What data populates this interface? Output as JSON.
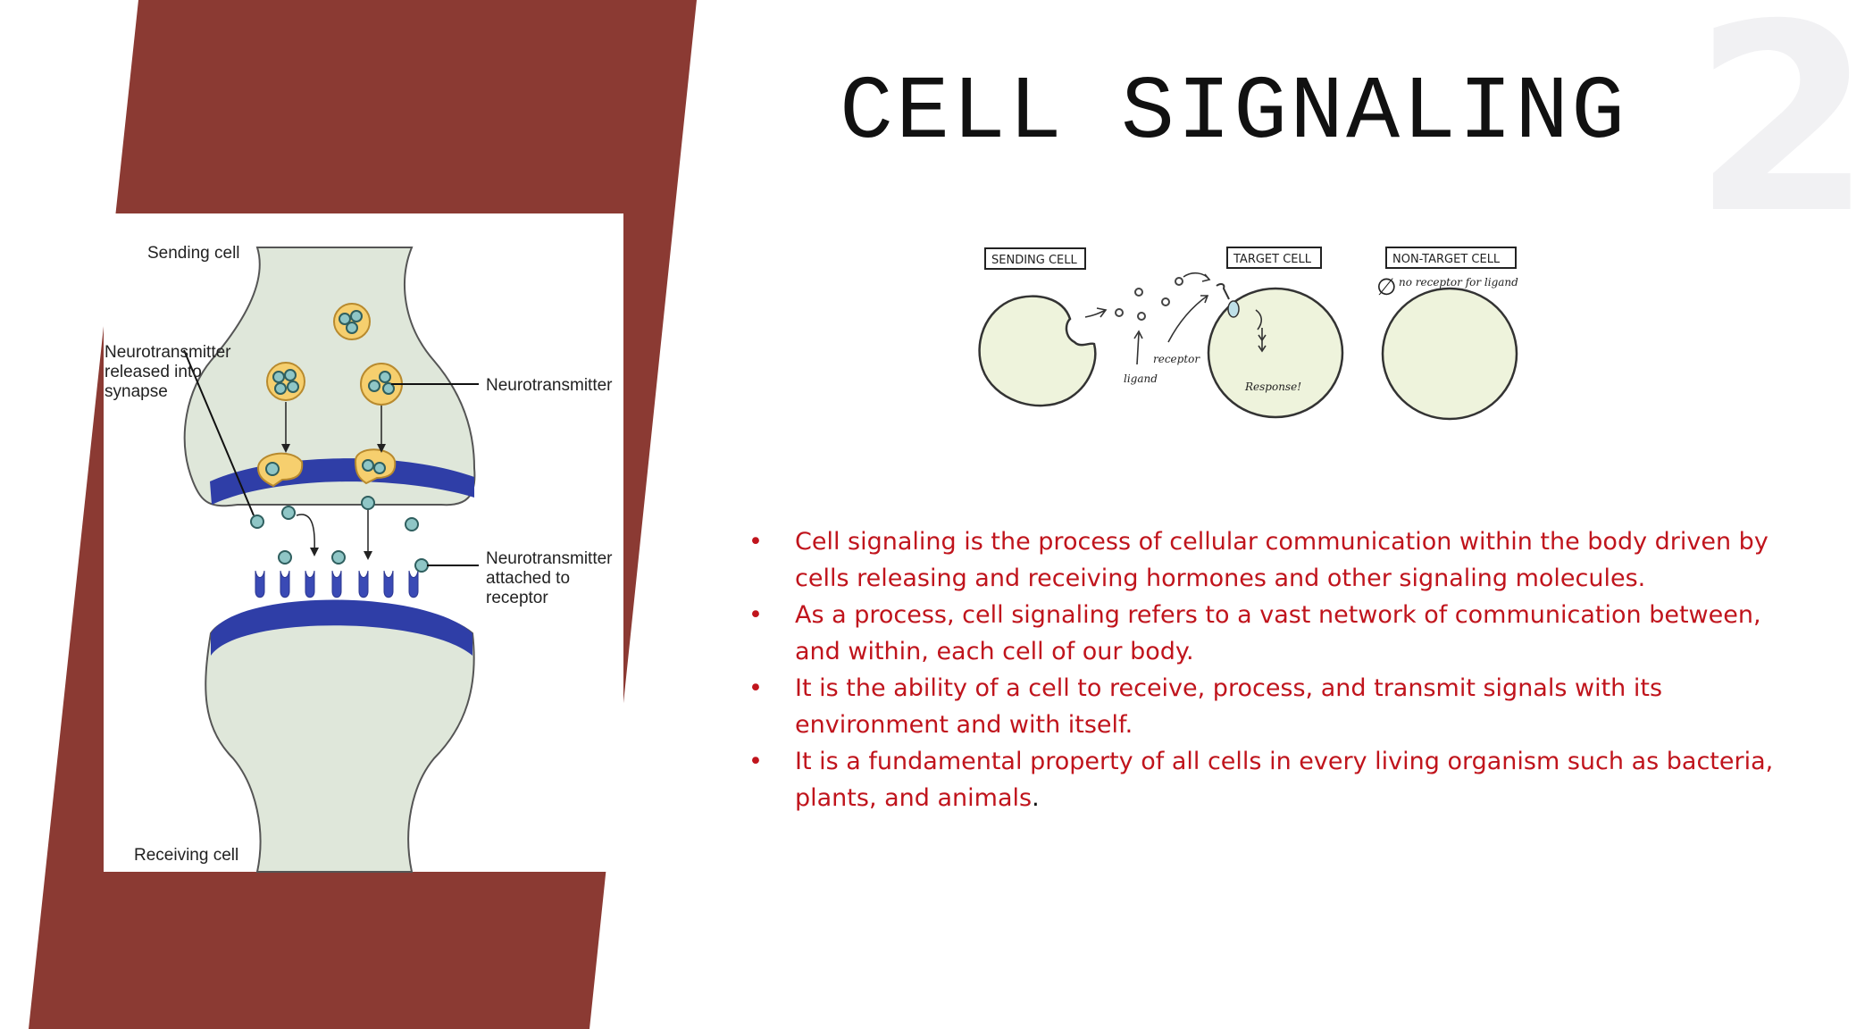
{
  "page_number": "2",
  "title": "CELL SIGNALING",
  "colors": {
    "band": "#8b3a33",
    "bullet_text": "#c0141c",
    "title": "#111111",
    "membrane": "#2f3ea7",
    "cell_fill": "#dde6d6",
    "vesicle": "#f6cf6e"
  },
  "synapse_figure": {
    "labels": {
      "sending_cell": "Sending cell",
      "released_1": "Neurotransmitter",
      "released_2": "released into",
      "released_3": "synapse",
      "neurotransmitter": "Neurotransmitter",
      "attached_1": "Neurotransmitter",
      "attached_2": "attached to",
      "attached_3": "receptor",
      "receiving_cell": "Receiving cell"
    }
  },
  "signal_figure": {
    "labels": {
      "sending_cell": "SENDING CELL",
      "target_cell": "TARGET CELL",
      "non_target_cell": "NON-TARGET CELL",
      "no_receptor": "no receptor for ligand",
      "receptor": "receptor",
      "ligand": "ligand",
      "response": "Response!"
    }
  },
  "bullets": [
    {
      "text": "Cell signaling is the process of cellular communication within the body driven by cells releasing and receiving hormones and other signaling molecules."
    },
    {
      "text": "As a process, cell signaling refers to a vast network of communication between, and within, each cell of our body."
    },
    {
      "text": "It is the ability of a cell to receive, process, and transmit signals with its environment and with itself."
    },
    {
      "text": "It is a fundamental property of all cells in every living organism such as bacteria, plants, and animals",
      "trailing": "."
    }
  ]
}
